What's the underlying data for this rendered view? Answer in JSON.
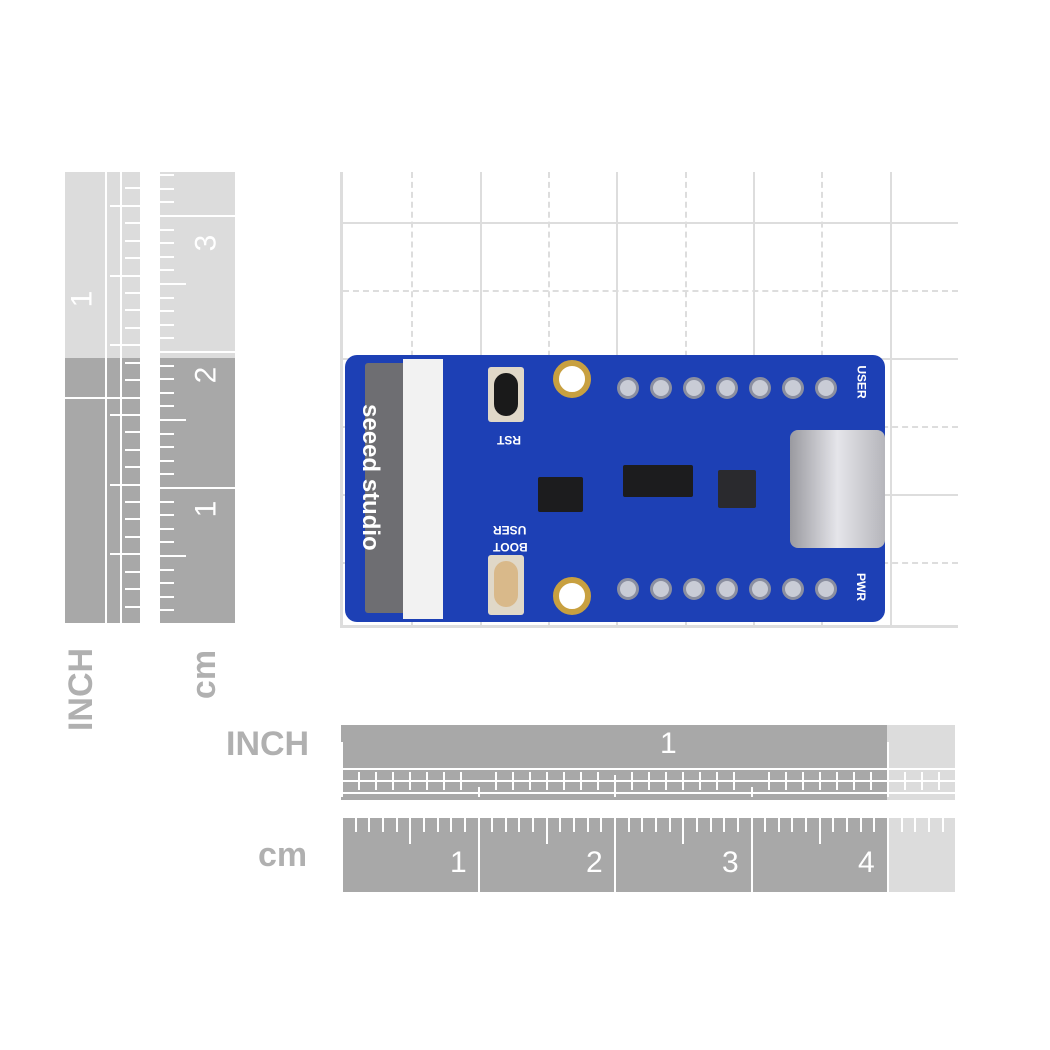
{
  "board": {
    "brand": "seeed studio",
    "labels": {
      "rst": "RST",
      "boot": "BOOT",
      "user_btn": "USER",
      "user_led": "USER",
      "pwr": "PWR"
    }
  },
  "rulers": {
    "horizontal_inch": {
      "label": "INCH",
      "numbers": [
        "1"
      ]
    },
    "horizontal_cm": {
      "label": "cm",
      "numbers": [
        "1",
        "2",
        "3",
        "4"
      ]
    },
    "vertical_inch": {
      "label": "INCH",
      "numbers": [
        "1"
      ]
    },
    "vertical_cm": {
      "label": "cm",
      "numbers": [
        "1",
        "2",
        "3"
      ]
    }
  },
  "colors": {
    "pcb": "#1d40b5",
    "ruler_dark": "#a8a8a8",
    "ruler_light": "#dcdcdc",
    "grid": "#dddddd"
  }
}
